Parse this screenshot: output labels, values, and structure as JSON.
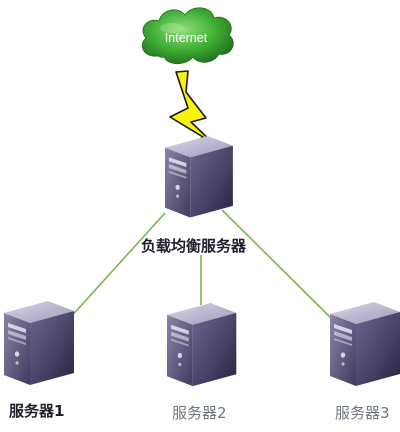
{
  "internet": {
    "label": "Internet",
    "cloud_color": "#2f8f2a"
  },
  "load_balancer": {
    "label": "负载均衡服务器",
    "icon": "server-tower-icon"
  },
  "servers": [
    {
      "label": "服务器1",
      "icon": "server-tower-icon"
    },
    {
      "label": "服务器2",
      "icon": "server-tower-icon"
    },
    {
      "label": "服务器3",
      "icon": "server-tower-icon"
    }
  ],
  "connection": {
    "icon": "lightning-bolt-icon",
    "bolt_color": "#f7f40a",
    "link_color": "#7ab648"
  }
}
